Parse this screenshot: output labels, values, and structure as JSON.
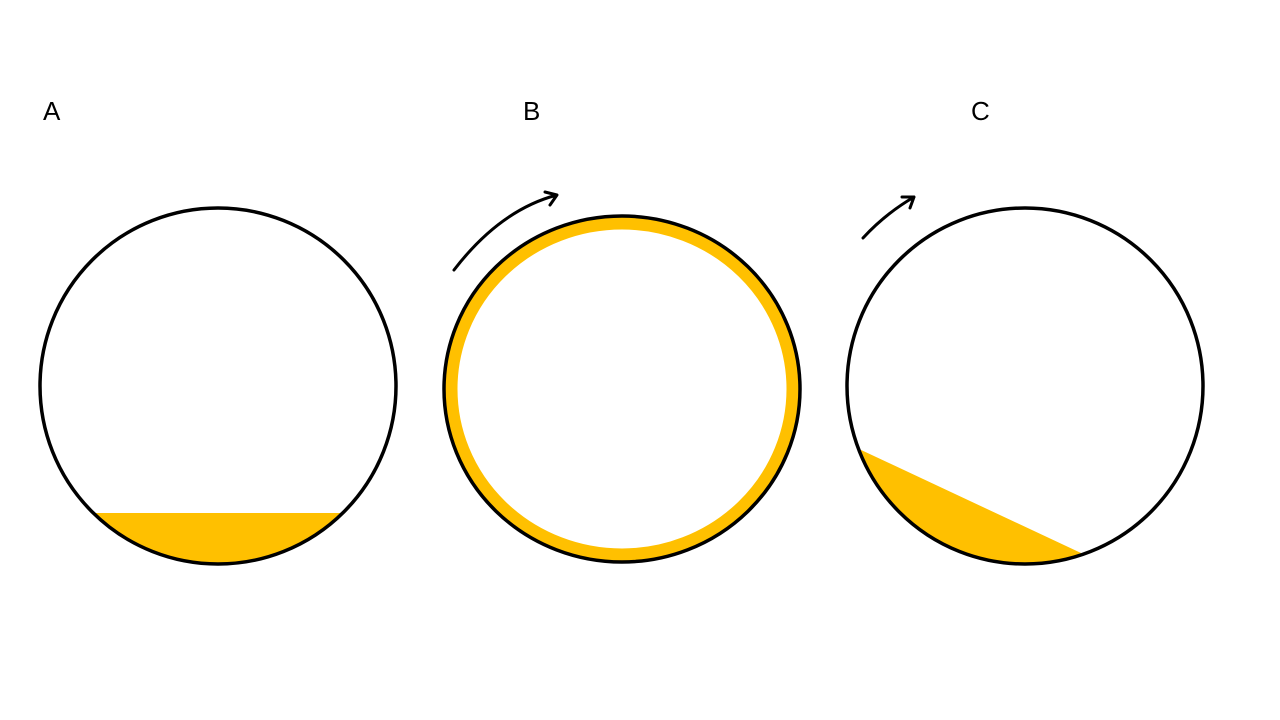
{
  "panels": [
    {
      "label": "A"
    },
    {
      "label": "B"
    },
    {
      "label": "C"
    }
  ],
  "colors": {
    "fluid": "#FFC000",
    "outline": "#000000",
    "background": "#FFFFFF"
  }
}
